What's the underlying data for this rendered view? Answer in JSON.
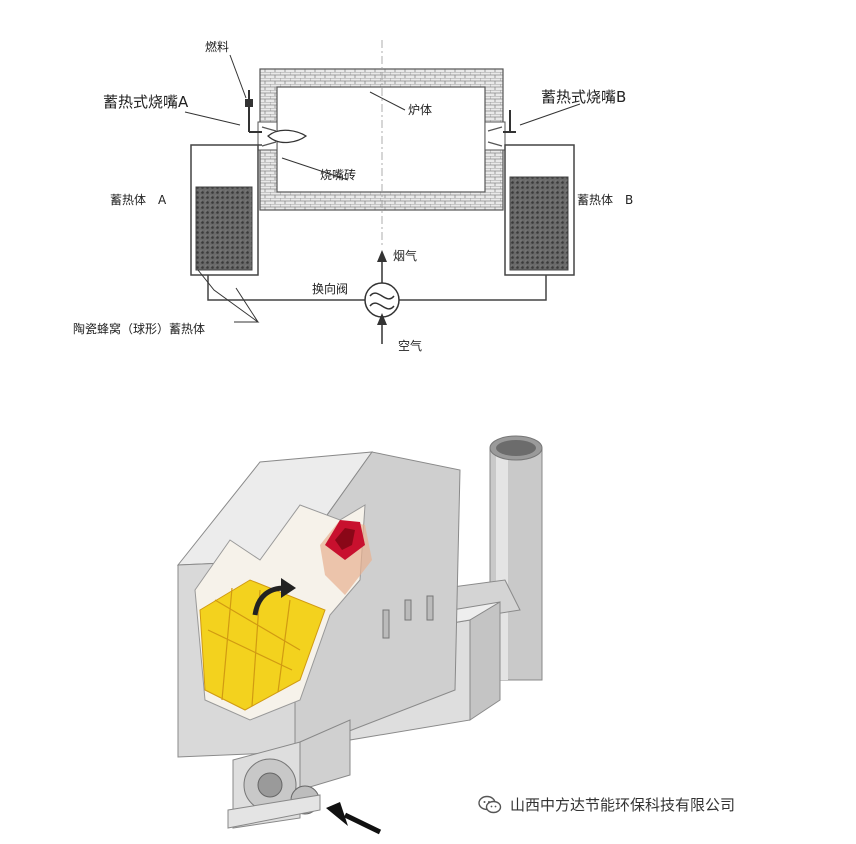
{
  "schematic": {
    "labels": {
      "fuel": "燃料",
      "burner_a": "蓄热式烧嘴A",
      "burner_b": "蓄热式烧嘴B",
      "furnace_body": "炉体",
      "burner_brick": "烧嘴砖",
      "regenerator_a": "蓄热体　A",
      "regenerator_b": "蓄热体　B",
      "flue_gas": "烟气",
      "reversing_valve": "换向阀",
      "air": "空气",
      "ceramic_media": "陶瓷蜂窝（球形）蓄热体"
    }
  },
  "watermark": {
    "text": "山西中方达节能环保科技有限公司",
    "icon": "wechat-icon"
  },
  "colors": {
    "brick": "#b8b8b8",
    "regenerator": "#555555",
    "honeycomb": "#f3d21e",
    "flame": "#c8102e",
    "steel": "#d6d6d6"
  }
}
